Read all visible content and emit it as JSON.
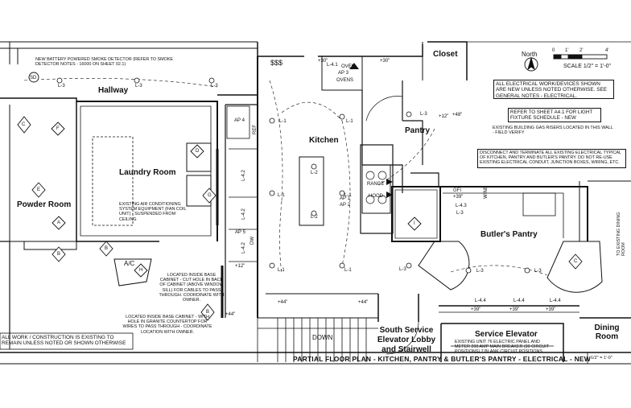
{
  "title": {
    "main": "PARTIAL FLOOR PLAN - KITCHEN, PANTRY & BUTLER'S PANTRY - ELECTRICAL - NEW",
    "scale": "1/2\" = 1'-0\""
  },
  "north": {
    "label": "North",
    "scale_label": "SCALE 1/2\" = 1'-0\"",
    "ticks": [
      "0",
      "1'",
      "2'",
      "4'"
    ]
  },
  "rooms": {
    "closet": "Closet",
    "hallway": "Hallway",
    "kitchen": "Kitchen",
    "pantry": "Pantry",
    "laundry": "Laundry Room",
    "powder": "Powder Room",
    "butlers": "Butler's Pantry",
    "lobby": "South Service Elevator Lobby and Stairwell",
    "elevator": "Service Elevator",
    "dining": "Dining Room"
  },
  "notes": {
    "all_electrical": "ALL ELECTRICAL WORK/DEVICES SHOWN ARE NEW UNLESS NOTED OTHERWISE. SEE GENERAL NOTES - ELECTRICAL.",
    "refer_sheet": "REFER TO SHEET A4.1 FOR LIGHT FIXTURE SCHEDULE - NEW",
    "gas_risers": "EXISTING BUILDING GAS RISERS LOCATED IN THIS WALL - FIELD VERIFY",
    "disconnect": "DISCONNECT AND TERMINATE ALL EXISTING ELECTRICAL TYPICAL OF KITCHEN, PANTRY AND BUTLER'S PANTRY. DO NOT RE-USE EXISTING ELECTRICAL CONDUIT, JUNCTION BOXES, WIRING, ETC.",
    "smoke": "NEW BATTERY POWERED SMOKE DETECTOR (REFER TO SMOKE DETECTOR NOTES - 16000 ON SHEET 02.1)",
    "ac": "EXISTING AIR CONDITIONING SYSTEM EQUIPMENT (FAN COIL UNIT) - SUSPENDED FROM CEILING",
    "base_cabinet": "LOCATED INSIDE BASE CABINET - CUT HOLE IN BACK OF CABINET (ABOVE WINDOW SILL) FOR CABLES TO PASS THROUGH. COORDINATE WITH OWNER.",
    "granite": "LOCATED INSIDE BASE CABINET - WITH HOLE IN GRANITE COUNTERTOP FOR WIRES TO PASS THROUGH - COORDINATE LOCATION WITH OWNER.",
    "existing_work": "ALL WORK / CONSTRUCTION IS EXISTING TO REMAIN UNLESS NOTED OR SHOWN OTHERWISE",
    "panel": "EXISTING UNIT 76 ELECTRIC PANEL AND METER 200 AMP MAIN BREAKER (30 CIRCUIT POSITIONS) 7 BLANK CIRCUIT POSITIONS",
    "to_dining": "TO EXISTING DINING ROOM"
  },
  "labels": {
    "oven": "OVEN",
    "ovens": "OVENS",
    "ref": "REF",
    "range": "RANGE",
    "hood": "HOOD",
    "gfi": "GFI",
    "wine": "WINE",
    "dw": "DW",
    "ac": "A/C",
    "down": "DOWN",
    "sd": "SD",
    "dollars": "$$$",
    "p30": "+30\"",
    "p12": "+12\"",
    "p48": "+48\"",
    "p39": "+39\"",
    "p44": "+44\""
  },
  "fixtures": {
    "l3": "L-3",
    "l1": "L-1",
    "l2": "L-2",
    "l41": "L-4.1",
    "l42": "L-4.2",
    "l43": "L-4.3",
    "l44": "L-4.4"
  },
  "tags": {
    "ap3": "AP 3",
    "ap4": "AP 4",
    "ap1": "AP 1",
    "ap2": "AP 2",
    "ap5": "AP 5",
    "A": "A",
    "B": "B",
    "C": "C",
    "D": "D",
    "E": "E",
    "F": "F",
    "G": "G",
    "H": "H",
    "I": "I"
  }
}
